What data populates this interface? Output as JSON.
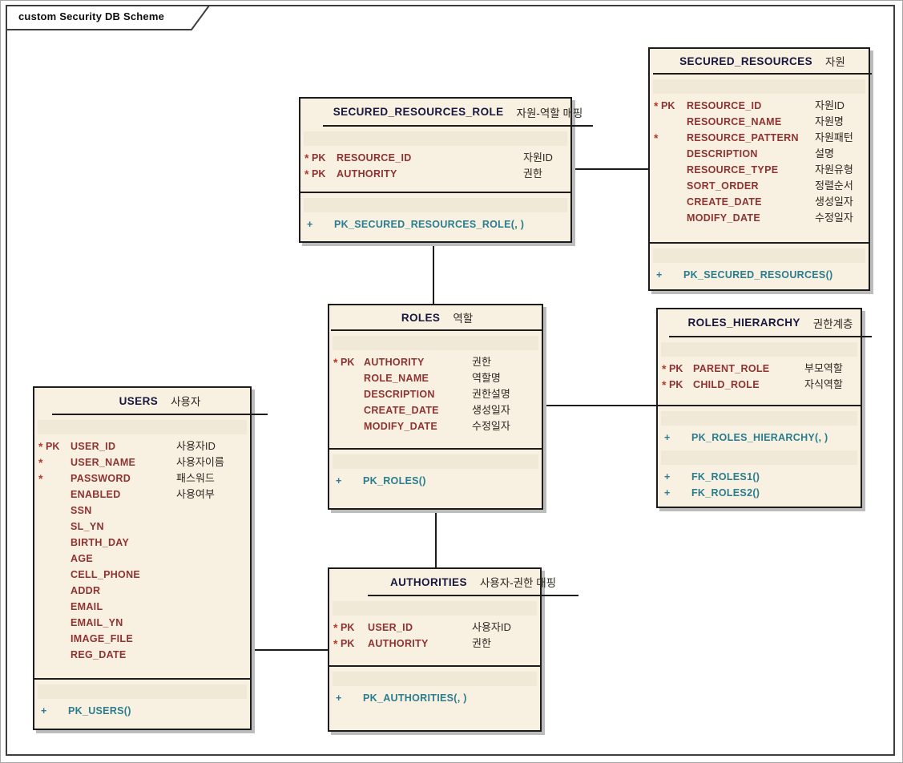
{
  "frame": {
    "title": "custom Security DB Scheme"
  },
  "colors": {
    "entity_fill": "#f8f0e0",
    "strip_fill": "#f1e9d7",
    "border": "#1c1c1c",
    "frame_border": "#3e3e3e",
    "shadow": "#bcbcbc",
    "title_text": "#17173f",
    "attribute_text": "#8e3332",
    "marker_text": "#b03a2e",
    "korean_text": "#2c2822",
    "operation_text": "#2a7d8e"
  },
  "entities": [
    {
      "id": "users",
      "name": "USERS",
      "label_ko": "사용자",
      "attributes": [
        {
          "marker": "*",
          "pk": "PK",
          "name": "USER_ID",
          "ko": "사용자ID"
        },
        {
          "marker": "*",
          "pk": "",
          "name": "USER_NAME",
          "ko": "사용자이름"
        },
        {
          "marker": "*",
          "pk": "",
          "name": "PASSWORD",
          "ko": "패스워드"
        },
        {
          "marker": "",
          "pk": "",
          "name": "ENABLED",
          "ko": "사용여부"
        },
        {
          "marker": "",
          "pk": "",
          "name": "SSN",
          "ko": ""
        },
        {
          "marker": "",
          "pk": "",
          "name": "SL_YN",
          "ko": ""
        },
        {
          "marker": "",
          "pk": "",
          "name": "BIRTH_DAY",
          "ko": ""
        },
        {
          "marker": "",
          "pk": "",
          "name": "AGE",
          "ko": ""
        },
        {
          "marker": "",
          "pk": "",
          "name": "CELL_PHONE",
          "ko": ""
        },
        {
          "marker": "",
          "pk": "",
          "name": "ADDR",
          "ko": ""
        },
        {
          "marker": "",
          "pk": "",
          "name": "EMAIL",
          "ko": ""
        },
        {
          "marker": "",
          "pk": "",
          "name": "EMAIL_YN",
          "ko": ""
        },
        {
          "marker": "",
          "pk": "",
          "name": "IMAGE_FILE",
          "ko": ""
        },
        {
          "marker": "",
          "pk": "",
          "name": "REG_DATE",
          "ko": ""
        }
      ],
      "operation_groups": [
        [
          "PK_USERS()"
        ]
      ]
    },
    {
      "id": "secured_resources_role",
      "name": "SECURED_RESOURCES_ROLE",
      "label_ko": "자원-역할 매핑",
      "attributes": [
        {
          "marker": "*",
          "pk": "PK",
          "name": "RESOURCE_ID",
          "ko": "자원ID"
        },
        {
          "marker": "*",
          "pk": "PK",
          "name": "AUTHORITY",
          "ko": "권한"
        }
      ],
      "operation_groups": [
        [
          "PK_SECURED_RESOURCES_ROLE(, )"
        ]
      ]
    },
    {
      "id": "secured_resources",
      "name": "SECURED_RESOURCES",
      "label_ko": "자원",
      "attributes": [
        {
          "marker": "*",
          "pk": "PK",
          "name": "RESOURCE_ID",
          "ko": "자원ID"
        },
        {
          "marker": "",
          "pk": "",
          "name": "RESOURCE_NAME",
          "ko": "자원명"
        },
        {
          "marker": "*",
          "pk": "",
          "name": "RESOURCE_PATTERN",
          "ko": "자원패턴"
        },
        {
          "marker": "",
          "pk": "",
          "name": "DESCRIPTION",
          "ko": "설명"
        },
        {
          "marker": "",
          "pk": "",
          "name": "RESOURCE_TYPE",
          "ko": "자원유형"
        },
        {
          "marker": "",
          "pk": "",
          "name": "SORT_ORDER",
          "ko": "정렬순서"
        },
        {
          "marker": "",
          "pk": "",
          "name": "CREATE_DATE",
          "ko": "생성일자"
        },
        {
          "marker": "",
          "pk": "",
          "name": "MODIFY_DATE",
          "ko": "수정일자"
        }
      ],
      "operation_groups": [
        [
          "PK_SECURED_RESOURCES()"
        ]
      ]
    },
    {
      "id": "roles",
      "name": "ROLES",
      "label_ko": "역할",
      "attributes": [
        {
          "marker": "*",
          "pk": "PK",
          "name": "AUTHORITY",
          "ko": "권한"
        },
        {
          "marker": "",
          "pk": "",
          "name": "ROLE_NAME",
          "ko": "역할명"
        },
        {
          "marker": "",
          "pk": "",
          "name": "DESCRIPTION",
          "ko": "권한설명"
        },
        {
          "marker": "",
          "pk": "",
          "name": "CREATE_DATE",
          "ko": "생성일자"
        },
        {
          "marker": "",
          "pk": "",
          "name": "MODIFY_DATE",
          "ko": "수정일자"
        }
      ],
      "operation_groups": [
        [
          "PK_ROLES()"
        ]
      ]
    },
    {
      "id": "roles_hierarchy",
      "name": "ROLES_HIERARCHY",
      "label_ko": "권한계층",
      "attributes": [
        {
          "marker": "*",
          "pk": "PK",
          "name": "PARENT_ROLE",
          "ko": "부모역할"
        },
        {
          "marker": "*",
          "pk": "PK",
          "name": "CHILD_ROLE",
          "ko": "자식역할"
        }
      ],
      "operation_groups": [
        [
          "PK_ROLES_HIERARCHY(, )"
        ],
        [
          "FK_ROLES1()",
          "FK_ROLES2()"
        ]
      ]
    },
    {
      "id": "authorities",
      "name": "AUTHORITIES",
      "label_ko": "사용자-권한 매핑",
      "attributes": [
        {
          "marker": "*",
          "pk": "PK",
          "name": "USER_ID",
          "ko": "사용자ID"
        },
        {
          "marker": "*",
          "pk": "PK",
          "name": "AUTHORITY",
          "ko": "권한"
        }
      ],
      "operation_groups": [
        [
          "PK_AUTHORITIES(, )"
        ]
      ]
    }
  ],
  "relationships": [
    {
      "from": "SECURED_RESOURCES_ROLE",
      "to": "SECURED_RESOURCES"
    },
    {
      "from": "SECURED_RESOURCES_ROLE",
      "to": "ROLES"
    },
    {
      "from": "ROLES",
      "to": "ROLES_HIERARCHY"
    },
    {
      "from": "ROLES",
      "to": "AUTHORITIES"
    },
    {
      "from": "USERS",
      "to": "AUTHORITIES"
    }
  ]
}
